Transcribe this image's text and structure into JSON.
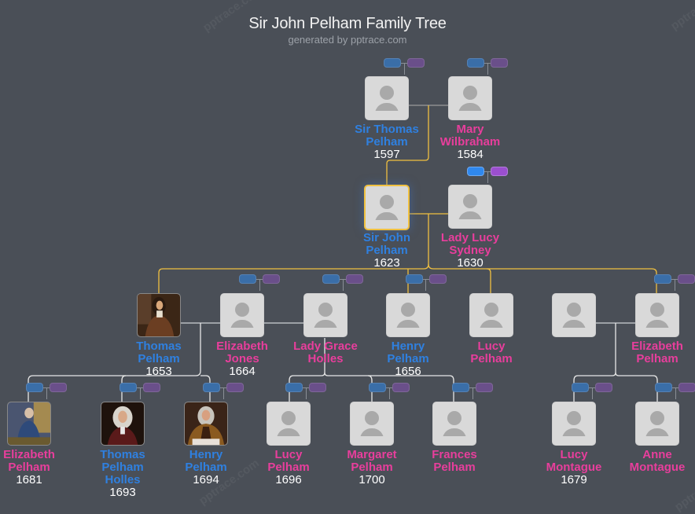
{
  "header": {
    "title": "Sir John Pelham Family Tree",
    "subtitle": "generated by pptrace.com"
  },
  "watermark_text": "pptrace.com",
  "colors": {
    "background": "#4a4f57",
    "male": "#2f80e0",
    "female": "#e83e9c",
    "lineage_line": "#f0c040",
    "family_line": "#e8e8e8",
    "spouse_line": "#9a9a9a"
  },
  "people": {
    "sir_thomas": {
      "name_l1": "Sir Thomas",
      "name_l2": "Pelham",
      "year": "1597",
      "gender": "m"
    },
    "mary_wilbraham": {
      "name_l1": "Mary",
      "name_l2": "Wilbraham",
      "year": "1584",
      "gender": "f"
    },
    "sir_john": {
      "name_l1": "Sir John",
      "name_l2": "Pelham",
      "year": "1623",
      "gender": "m",
      "selected": true
    },
    "lady_lucy": {
      "name_l1": "Lady Lucy",
      "name_l2": "Sydney",
      "year": "1630",
      "gender": "f"
    },
    "thomas": {
      "name_l1": "Thomas",
      "name_l2": "Pelham",
      "year": "1653",
      "gender": "m"
    },
    "elizabeth_jones": {
      "name_l1": "Elizabeth",
      "name_l2": "Jones",
      "year": "1664",
      "gender": "f"
    },
    "lady_grace": {
      "name_l1": "Lady Grace",
      "name_l2": "Holles",
      "year": "",
      "gender": "f"
    },
    "henry": {
      "name_l1": "Henry",
      "name_l2": "Pelham",
      "year": "1656",
      "gender": "m"
    },
    "lucy": {
      "name_l1": "Lucy",
      "name_l2": "Pelham",
      "year": "",
      "gender": "f"
    },
    "unknown_spouse": {
      "name_l1": "",
      "name_l2": "",
      "year": "",
      "gender": "m"
    },
    "elizabeth": {
      "name_l1": "Elizabeth",
      "name_l2": "Pelham",
      "year": "",
      "gender": "f"
    },
    "elizabeth_g": {
      "name_l1": "Elizabeth",
      "name_l2": "Pelham",
      "year": "1681",
      "gender": "f"
    },
    "thomas_holles": {
      "name_l1": "Thomas",
      "name_l2": "Pelham",
      "name_l3": "Holles",
      "year": "1693",
      "gender": "m"
    },
    "henry_g": {
      "name_l1": "Henry",
      "name_l2": "Pelham",
      "year": "1694",
      "gender": "m"
    },
    "lucy_g": {
      "name_l1": "Lucy",
      "name_l2": "Pelham",
      "year": "1696",
      "gender": "f"
    },
    "margaret": {
      "name_l1": "Margaret",
      "name_l2": "Pelham",
      "year": "1700",
      "gender": "f"
    },
    "frances": {
      "name_l1": "Frances",
      "name_l2": "Pelham",
      "year": "",
      "gender": "f"
    },
    "lucy_montague": {
      "name_l1": "Lucy",
      "name_l2": "Montague",
      "year": "1679",
      "gender": "f"
    },
    "anne_montague": {
      "name_l1": "Anne",
      "name_l2": "Montague",
      "year": "",
      "gender": "f"
    }
  },
  "icons": {
    "placeholder": "person-silhouette-icon",
    "parent_father": "father-button",
    "parent_mother": "mother-button"
  }
}
